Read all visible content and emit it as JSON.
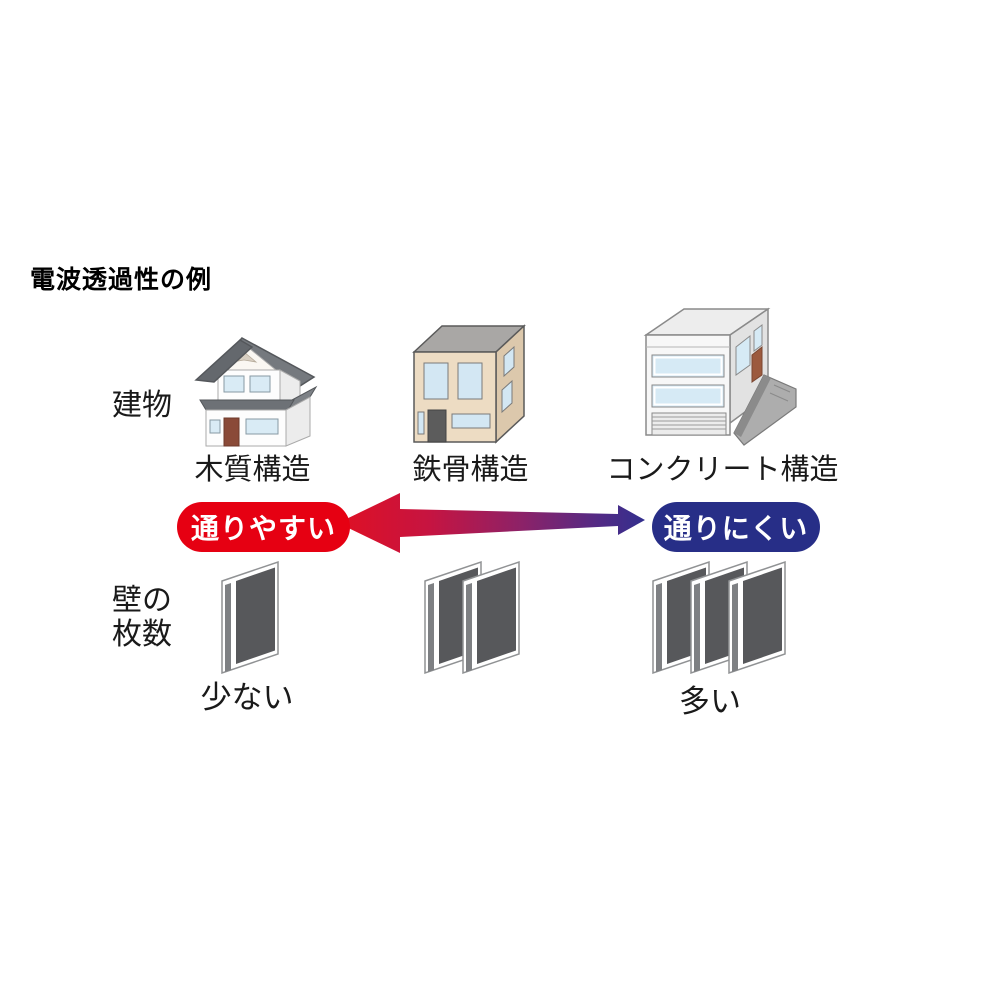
{
  "title": "電波透過性の例",
  "rows": {
    "buildings_label": "建物",
    "walls_label": "壁の枚数"
  },
  "buildings": [
    {
      "name": "wooden-house",
      "label": "木質構造"
    },
    {
      "name": "steel-building",
      "label": "鉄骨構造"
    },
    {
      "name": "concrete-building",
      "label": "コンクリート構造"
    }
  ],
  "scale": {
    "left_label": "通りやすい",
    "right_label": "通りにくい",
    "left_color": "#e60012",
    "right_color": "#272e87",
    "arrow_gradient": [
      "#df1024",
      "#c61441",
      "#8c2268",
      "#522a85",
      "#322f8e"
    ]
  },
  "walls": {
    "groups": [
      {
        "count": 1,
        "label": "少ない"
      },
      {
        "count": 2,
        "label": ""
      },
      {
        "count": 3,
        "label": "多い"
      }
    ]
  }
}
